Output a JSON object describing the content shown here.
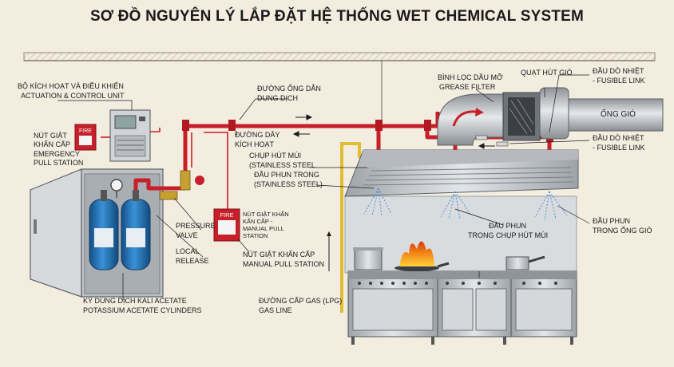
{
  "title": "SƠ ĐỒ NGUYÊN LÝ LẮP ĐẶT HỆ THỐNG WET CHEMICAL SYSTEM",
  "labels": {
    "actuation_vi": "BỘ KÍCH HOẠT VÀ ĐIỀU KHIỂN",
    "actuation_en": "ACTUATION & CONTROL UNIT",
    "pull_vi_1": "NÚT GIẬT",
    "pull_vi_2": "KHẨN CẤP",
    "pull_en_1": "EMERGENCY",
    "pull_en_2": "PULL STATION",
    "pipe_vi_1": "ĐƯỜNG ỐNG DẪN",
    "pipe_vi_2": "DUNG DỊCH",
    "wire_vi_1": "ĐƯỜNG DÂY",
    "wire_vi_2": "KÍCH HOẠT",
    "hood_vi": "CHỤP HÚT MÙI",
    "hood_en": "(STAINLESS STEEL",
    "nozzle_in_vi": "ĐẦU PHUN TRONG",
    "nozzle_in_en": "(STAINLESS STEEL)",
    "grease_vi": "BÌNH LỌC DẦU MỠ",
    "grease_en": "GREASE FILTER",
    "fan_vi": "QUẠT HÚT GIÓ",
    "fusible1_vi": "ĐẦU DÒ NHIỆT",
    "fusible1_en": "- FUSIBLE LINK",
    "duct_vi": "ỐNG GIÓ",
    "fusible2_vi": "ĐẦU DÒ NHIỆT",
    "fusible2_en": "- FUSIBLE LINK",
    "pressure_1": "PRESSURE",
    "pressure_2": "VALVE",
    "local_1": "LOCAL",
    "local_2": "RELEASE",
    "manual_box_1": "NÚT GIẬT KHẨN",
    "manual_box_2": "KẤN CẤP -",
    "manual_box_3": "MANUAL PULL",
    "manual_box_4": "STATION",
    "manual_vi": "NÚT GIẬT KHẨN CẤP",
    "manual_en": "MANUAL PULL STATION",
    "noz_hood_vi_1": "ĐẦU PHUN",
    "noz_hood_vi_2": "TRONG CHỤP HÚT MÙI",
    "noz_duct_vi_1": "ĐẦU PHUN",
    "noz_duct_vi_2": "TRONG ỐNG GIÓ",
    "gas_vi": "ĐƯỜNG CẤP GAS (LPG)",
    "gas_en": "GAS LINE",
    "cyl_vi": "KÝ DÙNG DỊCH KALI ACETATE",
    "cyl_en": "POTASSIUM ACETATE CYLINDERS",
    "fire1": "FIRE",
    "fire2": "FIRE"
  },
  "colors": {
    "pipe_red": "#c8202a",
    "tank_blue": "#1f72b8",
    "steel": "#c4c8cc",
    "gas_yellow": "#e7c23c",
    "background": "#f3ede0"
  }
}
